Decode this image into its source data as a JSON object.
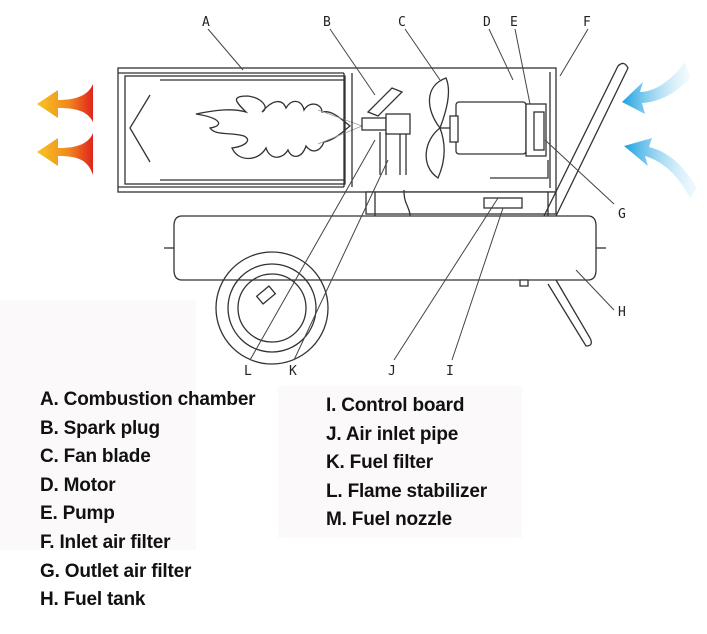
{
  "diagram": {
    "subject": "Forced-air kerosene heater cutaway",
    "callouts": {
      "top": [
        "A",
        "B",
        "C",
        "D",
        "E",
        "F"
      ],
      "right": [
        "G",
        "H"
      ],
      "bottom": [
        "L",
        "K",
        "J",
        "I"
      ]
    },
    "airflow": {
      "hot_outlet_arrows": 2,
      "cold_inlet_arrows": 2,
      "hot_colors": [
        "#f7c623",
        "#f28a1e",
        "#e0241c"
      ],
      "cold_colors": [
        "#1aa0e0",
        "#bfe3f6"
      ]
    }
  },
  "legend": {
    "left": [
      {
        "key": "A",
        "label": "A. Combustion chamber"
      },
      {
        "key": "B",
        "label": "B. Spark plug"
      },
      {
        "key": "C",
        "label": "C. Fan blade"
      },
      {
        "key": "D",
        "label": "D. Motor"
      },
      {
        "key": "E",
        "label": "E. Pump"
      },
      {
        "key": "F",
        "label": "F. Inlet air filter"
      },
      {
        "key": "G",
        "label": "G. Outlet air filter"
      },
      {
        "key": "H",
        "label": "H. Fuel tank"
      }
    ],
    "right": [
      {
        "key": "I",
        "label": "I. Control board"
      },
      {
        "key": "J",
        "label": "J. Air inlet pipe"
      },
      {
        "key": "K",
        "label": "K. Fuel filter"
      },
      {
        "key": "L",
        "label": "L. Flame stabilizer"
      },
      {
        "key": "M",
        "label": "M. Fuel nozzle"
      }
    ]
  }
}
